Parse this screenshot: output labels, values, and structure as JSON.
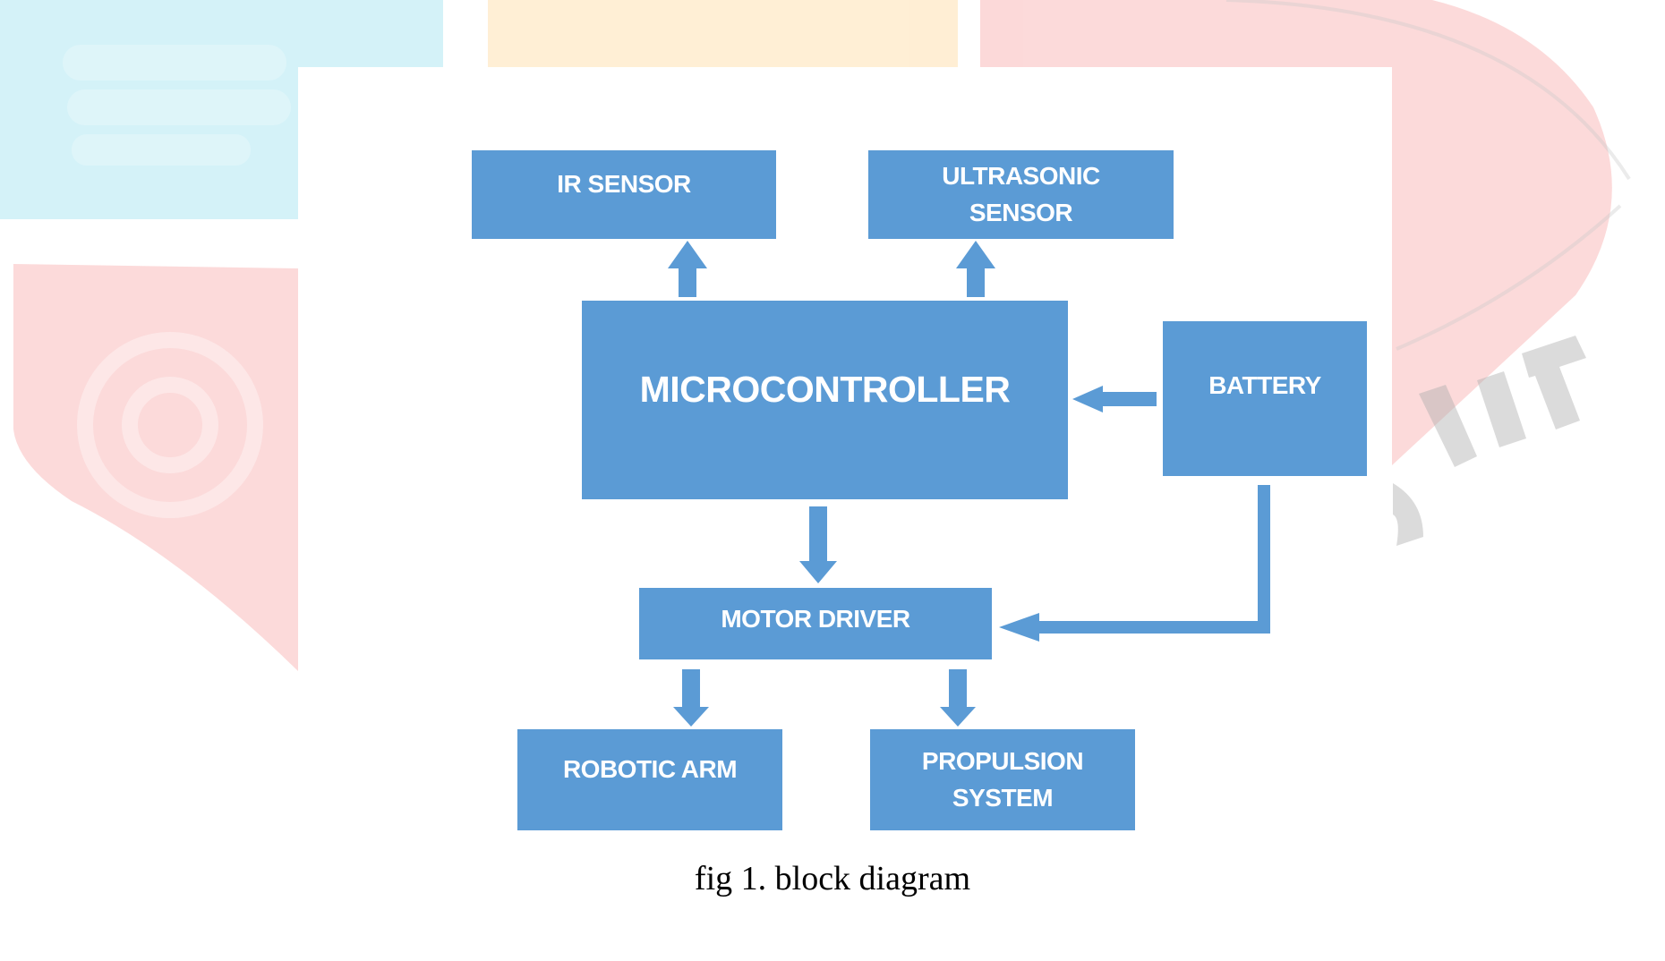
{
  "colors": {
    "block_fill": "#5b9bd5",
    "block_text": "#ffffff",
    "arrow_fill": "#5b9bd5",
    "caption_text": "#000000"
  },
  "blocks": {
    "ir_sensor": "IR SENSOR",
    "ultrasonic_sensor": "ULTRASONIC\nSENSOR",
    "microcontroller": "MICROCONTROLLER",
    "battery": "BATTERY",
    "motor_driver": "MOTOR DRIVER",
    "robotic_arm": "ROBOTIC ARM",
    "propulsion_system": "PROPULSION\nSYSTEM"
  },
  "connections": [
    {
      "from": "MICROCONTROLLER",
      "to": "IR SENSOR"
    },
    {
      "from": "MICROCONTROLLER",
      "to": "ULTRASONIC SENSOR"
    },
    {
      "from": "BATTERY",
      "to": "MICROCONTROLLER"
    },
    {
      "from": "MICROCONTROLLER",
      "to": "MOTOR DRIVER"
    },
    {
      "from": "BATTERY",
      "to": "MOTOR DRIVER"
    },
    {
      "from": "MOTOR DRIVER",
      "to": "ROBOTIC ARM"
    },
    {
      "from": "MOTOR DRIVER",
      "to": "PROPULSION SYSTEM"
    }
  ],
  "caption": "fig 1. block diagram",
  "watermark": {
    "text": "IJCRT"
  }
}
